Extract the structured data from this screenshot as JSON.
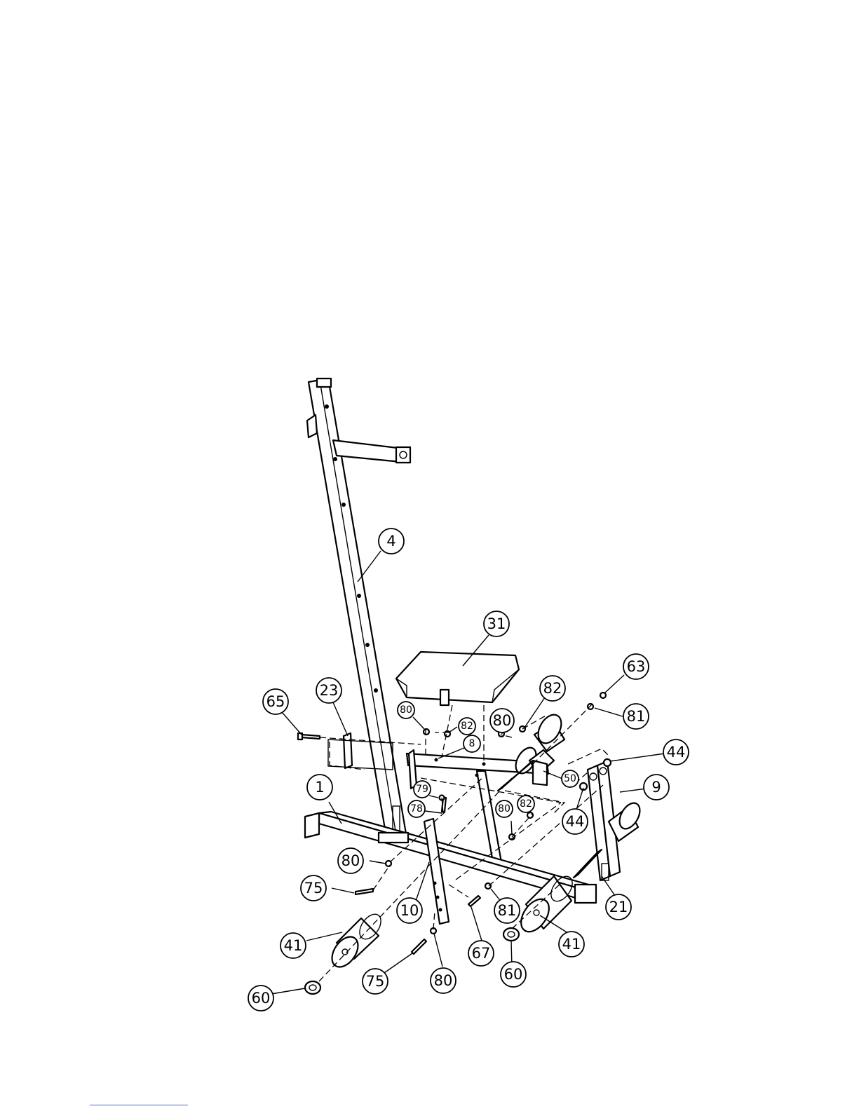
{
  "callouts": {
    "c4": "4",
    "c31": "31",
    "c63": "63",
    "c81a": "81",
    "c82a": "82",
    "c65": "65",
    "c23": "23",
    "c80a": "80",
    "c82b": "82",
    "c8": "8",
    "c80b": "80",
    "c44a": "44",
    "c50": "50",
    "c9": "9",
    "c1": "1",
    "c79": "79",
    "c78": "78",
    "c80c": "80",
    "c82c": "82",
    "c44b": "44",
    "c80d": "80",
    "c75a": "75",
    "c10": "10",
    "c81b": "81",
    "c21": "21",
    "c41a": "41",
    "c67": "67",
    "c41b": "41",
    "c60a": "60",
    "c75b": "75",
    "c80e": "80",
    "c60b": "60"
  }
}
